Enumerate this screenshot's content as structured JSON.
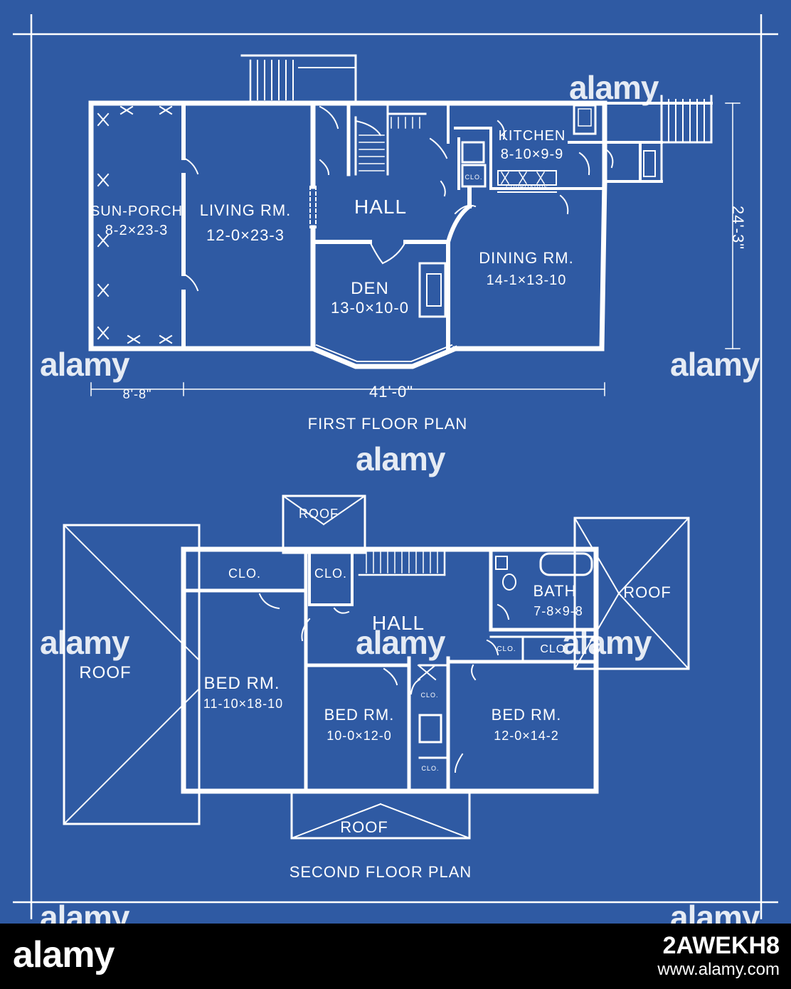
{
  "colors": {
    "blueprint": "#2f5aa3",
    "line": "#ffffff",
    "footer_bg": "#000000"
  },
  "first_floor": {
    "caption": "FIRST FLOOR PLAN",
    "rooms": {
      "sunporch_name": "SUN-PORCH",
      "sunporch_size": "8-2×23-3",
      "living_name": "LIVING RM.",
      "living_size": "12-0×23-3",
      "hall_name": "HALL",
      "kitchen_name": "KITCHEN",
      "kitchen_size": "8-10×9-9",
      "clo": "CLO.",
      "cupboards": "CUPBOARDS",
      "den_name": "DEN",
      "den_size": "13-0×10-0",
      "dining_name": "DINING RM.",
      "dining_size": "14-1×13-10"
    },
    "dims": {
      "width": "41'-0\"",
      "porch": "8'-8\"",
      "depth": "24'-3\""
    }
  },
  "second_floor": {
    "caption": "SECOND FLOOR PLAN",
    "labels": {
      "roof": "ROOF",
      "clo": "CLO.",
      "hall": "HALL",
      "bath_name": "BATH",
      "bath_size": "7-8×9-8",
      "bed_name": "BED RM.",
      "bed1_size": "11-10×18-10",
      "bed2_size": "10-0×12-0",
      "bed3_size": "12-0×14-2"
    }
  },
  "watermark": "alamy",
  "footer": {
    "logo": "alamy",
    "image_id": "2AWEKH8",
    "url": "www.alamy.com"
  }
}
